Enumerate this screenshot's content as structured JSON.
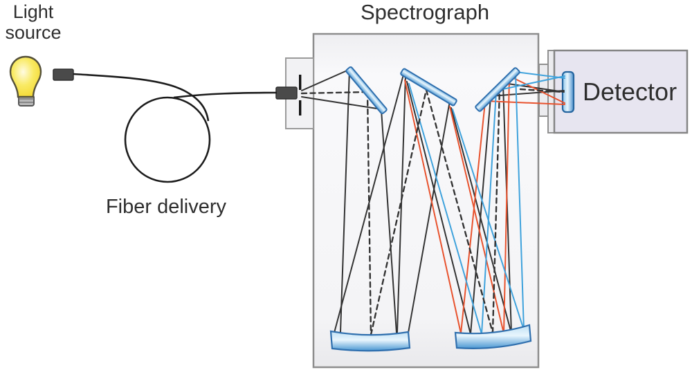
{
  "figure": {
    "type": "optical-schematic",
    "labels": {
      "light_source_line1": "Light",
      "light_source_line2": "source",
      "fiber_delivery": "Fiber delivery",
      "spectrograph": "Spectrograph",
      "detector": "Detector"
    },
    "components": [
      "light-bulb",
      "fiber-connector",
      "fiber-loop",
      "entrance-slit",
      "fold-mirror-1",
      "collimating-mirror",
      "diffraction-grating",
      "focusing-mirror",
      "fold-mirror-2",
      "detector-sensor",
      "detector-housing"
    ],
    "colors": {
      "text": "#2e2e2e",
      "ray_black": "#333333",
      "ray_red": "#e8522d",
      "ray_blue": "#3ea2dc",
      "mirror_edge": "#2f6fae",
      "mirror_light": "#eaf6fd",
      "mirror_mid": "#7db9e3",
      "mirror_deep": "#4a97d2",
      "bulb_yellow": "#f8e43c",
      "bulb_highlight": "#fffbe2",
      "connector_gray": "#4a4a4a",
      "enclosure_fill": "#f4f4f6",
      "enclosure_stroke": "#8d8d8d",
      "detector_fill": "#e7e5f0"
    }
  }
}
